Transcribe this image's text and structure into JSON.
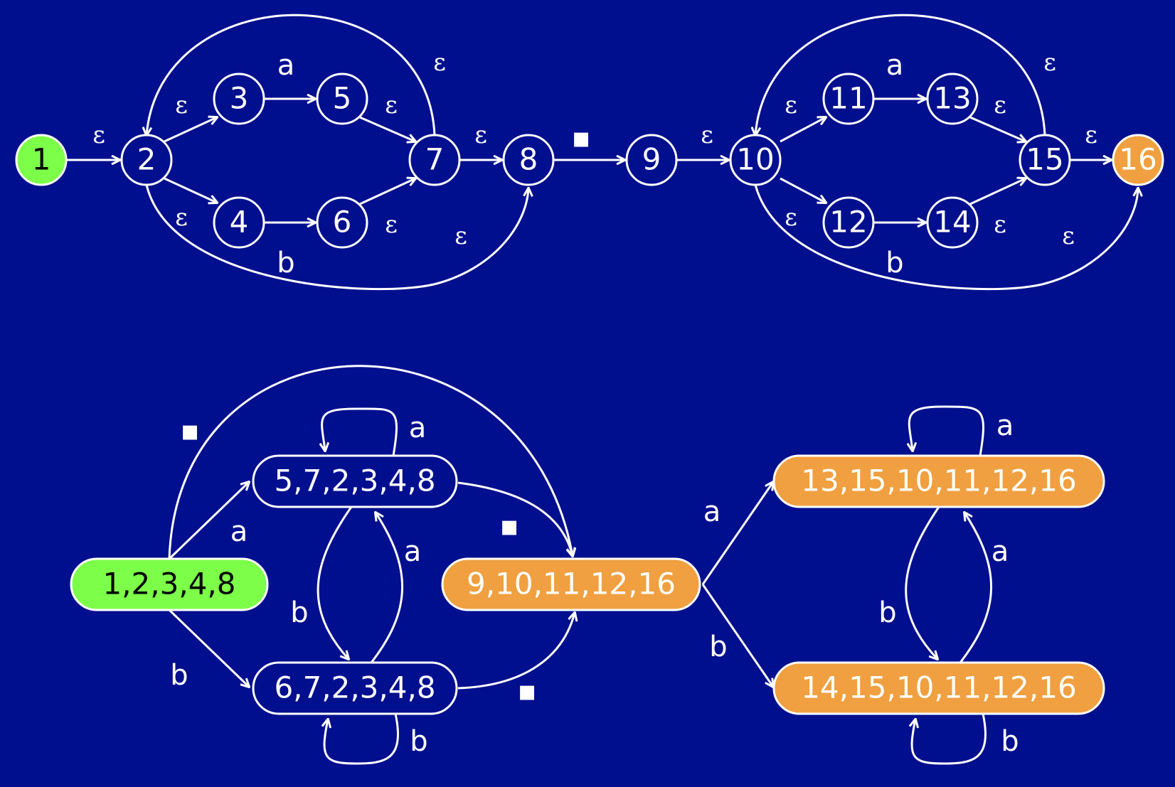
{
  "colors": {
    "background": "#000f8e",
    "stroke": "#ffffff",
    "start_fill": "#7dff4a",
    "accept_fill": "#f0a040"
  },
  "nfa": {
    "states": [
      {
        "id": "1",
        "label": "1",
        "kind": "start"
      },
      {
        "id": "2",
        "label": "2",
        "kind": "normal"
      },
      {
        "id": "3",
        "label": "3",
        "kind": "normal"
      },
      {
        "id": "4",
        "label": "4",
        "kind": "normal"
      },
      {
        "id": "5",
        "label": "5",
        "kind": "normal"
      },
      {
        "id": "6",
        "label": "6",
        "kind": "normal"
      },
      {
        "id": "7",
        "label": "7",
        "kind": "normal"
      },
      {
        "id": "8",
        "label": "8",
        "kind": "normal"
      },
      {
        "id": "9",
        "label": "9",
        "kind": "normal"
      },
      {
        "id": "10",
        "label": "10",
        "kind": "normal"
      },
      {
        "id": "11",
        "label": "11",
        "kind": "normal"
      },
      {
        "id": "12",
        "label": "12",
        "kind": "normal"
      },
      {
        "id": "13",
        "label": "13",
        "kind": "normal"
      },
      {
        "id": "14",
        "label": "14",
        "kind": "normal"
      },
      {
        "id": "15",
        "label": "15",
        "kind": "normal"
      },
      {
        "id": "16",
        "label": "16",
        "kind": "accept"
      }
    ],
    "transitions": [
      {
        "from": "1",
        "to": "2",
        "label": "ε"
      },
      {
        "from": "2",
        "to": "3",
        "label": "ε"
      },
      {
        "from": "2",
        "to": "4",
        "label": "ε"
      },
      {
        "from": "3",
        "to": "5",
        "label": "a"
      },
      {
        "from": "4",
        "to": "6",
        "label": "b"
      },
      {
        "from": "5",
        "to": "7",
        "label": "ε"
      },
      {
        "from": "6",
        "to": "7",
        "label": "ε"
      },
      {
        "from": "7",
        "to": "2",
        "label": "ε"
      },
      {
        "from": "2",
        "to": "8",
        "label": "ε"
      },
      {
        "from": "7",
        "to": "8",
        "label": "ε"
      },
      {
        "from": "8",
        "to": "9",
        "label": "▪"
      },
      {
        "from": "9",
        "to": "10",
        "label": "ε"
      },
      {
        "from": "10",
        "to": "11",
        "label": "ε"
      },
      {
        "from": "10",
        "to": "12",
        "label": "ε"
      },
      {
        "from": "11",
        "to": "13",
        "label": "a"
      },
      {
        "from": "12",
        "to": "14",
        "label": "b"
      },
      {
        "from": "13",
        "to": "15",
        "label": "ε"
      },
      {
        "from": "14",
        "to": "15",
        "label": "ε"
      },
      {
        "from": "15",
        "to": "10",
        "label": "ε"
      },
      {
        "from": "10",
        "to": "16",
        "label": "ε"
      },
      {
        "from": "15",
        "to": "16",
        "label": "ε"
      }
    ]
  },
  "dfa": {
    "states": [
      {
        "id": "A",
        "label": "1,2,3,4,8",
        "kind": "start"
      },
      {
        "id": "B",
        "label": "5,7,2,3,4,8",
        "kind": "normal"
      },
      {
        "id": "C",
        "label": "6,7,2,3,4,8",
        "kind": "normal"
      },
      {
        "id": "D",
        "label": "9,10,11,12,16",
        "kind": "accept"
      },
      {
        "id": "E",
        "label": "13,15,10,11,12,16",
        "kind": "accept"
      },
      {
        "id": "F",
        "label": "14,15,10,11,12,16",
        "kind": "accept"
      }
    ],
    "transitions": [
      {
        "from": "A",
        "to": "B",
        "label": "a"
      },
      {
        "from": "A",
        "to": "C",
        "label": "b"
      },
      {
        "from": "A",
        "to": "D",
        "label": "▪"
      },
      {
        "from": "B",
        "to": "B",
        "label": "a"
      },
      {
        "from": "B",
        "to": "C",
        "label": "b"
      },
      {
        "from": "C",
        "to": "B",
        "label": "a"
      },
      {
        "from": "C",
        "to": "C",
        "label": "b"
      },
      {
        "from": "B",
        "to": "D",
        "label": "▪"
      },
      {
        "from": "C",
        "to": "D",
        "label": "▪"
      },
      {
        "from": "D",
        "to": "E",
        "label": "a"
      },
      {
        "from": "D",
        "to": "F",
        "label": "b"
      },
      {
        "from": "E",
        "to": "E",
        "label": "a"
      },
      {
        "from": "E",
        "to": "F",
        "label": "b"
      },
      {
        "from": "F",
        "to": "E",
        "label": "a"
      },
      {
        "from": "F",
        "to": "F",
        "label": "b"
      }
    ]
  }
}
